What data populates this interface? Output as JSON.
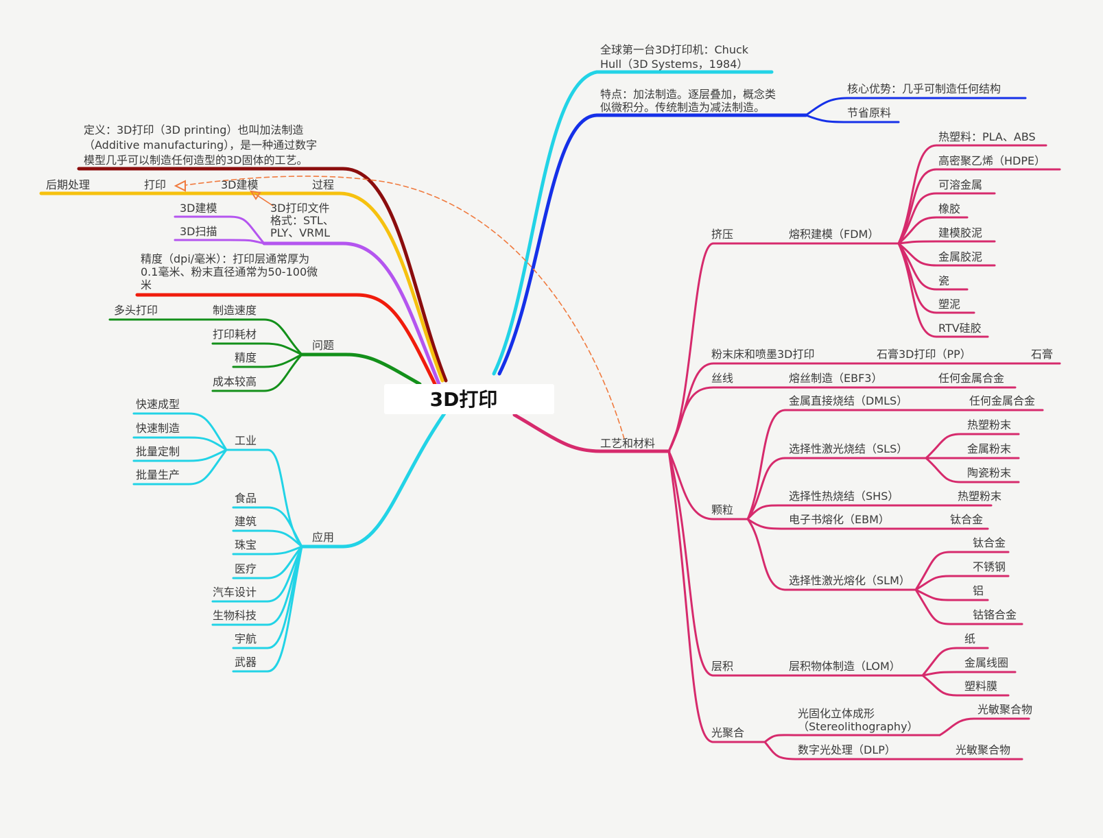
{
  "colors": {
    "background": "#f5f5f3",
    "cyan": "#22d3e6",
    "blue": "#1530e8",
    "magenta": "#d62a6c",
    "darkred": "#8b0d0d",
    "yellow": "#f6c10f",
    "purple": "#b455ef",
    "red": "#f01c0c",
    "green": "#13901a",
    "dashed_orange": "#f07a3e"
  },
  "root": {
    "label": "3D打印"
  },
  "right": {
    "origin": {
      "lines": [
        "全球第一台3D打印机：Chuck",
        "Hull（3D Systems，1984）"
      ]
    },
    "features": {
      "lines": [
        "特点：加法制造。逐层叠加，概念类",
        "似微积分。传统制造为减法制造。"
      ],
      "children": [
        "核心优势：几乎可制造任何结构",
        "节省原料"
      ]
    },
    "process": {
      "label": "工艺和材料",
      "extrusion": {
        "label": "挤压",
        "fdm": {
          "label": "熔积建模（FDM）",
          "materials": [
            "热塑料：PLA、ABS",
            "高密聚乙烯（HDPE）",
            "可溶金属",
            "橡胶",
            "建模胶泥",
            "金属胶泥",
            "瓷",
            "塑泥",
            "RTV硅胶"
          ]
        }
      },
      "powder": {
        "label": "粉末床和喷墨3D打印",
        "child": "石膏3D打印（PP）",
        "material": "石膏"
      },
      "wire": {
        "label": "丝线",
        "child": "熔丝制造（EBF3）",
        "material": "任何金属合金"
      },
      "granular": {
        "label": "颗粒",
        "dmls": {
          "label": "金属直接烧结（DMLS）",
          "material": "任何金属合金"
        },
        "sls": {
          "label": "选择性激光烧结（SLS）",
          "materials": [
            "热塑粉末",
            "金属粉末",
            "陶瓷粉末"
          ]
        },
        "shs": {
          "label": "选择性热烧结（SHS）",
          "material": "热塑粉末"
        },
        "ebm": {
          "label": "电子书熔化（EBM）",
          "material": "钛合金"
        },
        "slm": {
          "label": "选择性激光熔化（SLM）",
          "materials": [
            "钛合金",
            "不锈钢",
            "铝",
            "钴铬合金"
          ]
        }
      },
      "laminated": {
        "label": "层积",
        "lom": {
          "label": "层积物体制造（LOM）",
          "materials": [
            "纸",
            "金属线圈",
            "塑料膜"
          ]
        }
      },
      "photo": {
        "label": "光聚合",
        "sla": {
          "lines": [
            "光固化立体成形",
            "（Stereolithography）"
          ],
          "material": "光敏聚合物"
        },
        "dlp": {
          "label": "数字光处理（DLP）",
          "material": "光敏聚合物"
        }
      }
    }
  },
  "left": {
    "definition": {
      "lines": [
        "定义：3D打印（3D printing）也叫加法制造",
        "（Additive manufacturing），是一种通过数字",
        "模型几乎可以制造任何造型的3D固体的工艺。"
      ]
    },
    "process": {
      "label": "过程",
      "steps": [
        "3D建模",
        "打印",
        "后期处理"
      ]
    },
    "modeling": {
      "children": [
        "3D建模",
        "3D扫描"
      ],
      "format_lines": [
        "3D打印文件",
        "格式：STL、",
        "PLY、VRML"
      ]
    },
    "precision": {
      "lines": [
        "精度（dpi/毫米）：打印层通常厚为",
        "0.1毫米、粉末直径通常为50-100微",
        "米"
      ]
    },
    "issues": {
      "label": "问题",
      "speed": "制造速度",
      "speed_child": "多头打印",
      "items": [
        "打印耗材",
        "精度",
        "成本较高"
      ]
    },
    "applications": {
      "label": "应用",
      "industry": {
        "label": "工业",
        "items": [
          "快速成型",
          "快速制造",
          "批量定制",
          "批量生产"
        ]
      },
      "items": [
        "食品",
        "建筑",
        "珠宝",
        "医疗",
        "汽车设计",
        "生物科技",
        "宇航",
        "武器"
      ]
    }
  }
}
